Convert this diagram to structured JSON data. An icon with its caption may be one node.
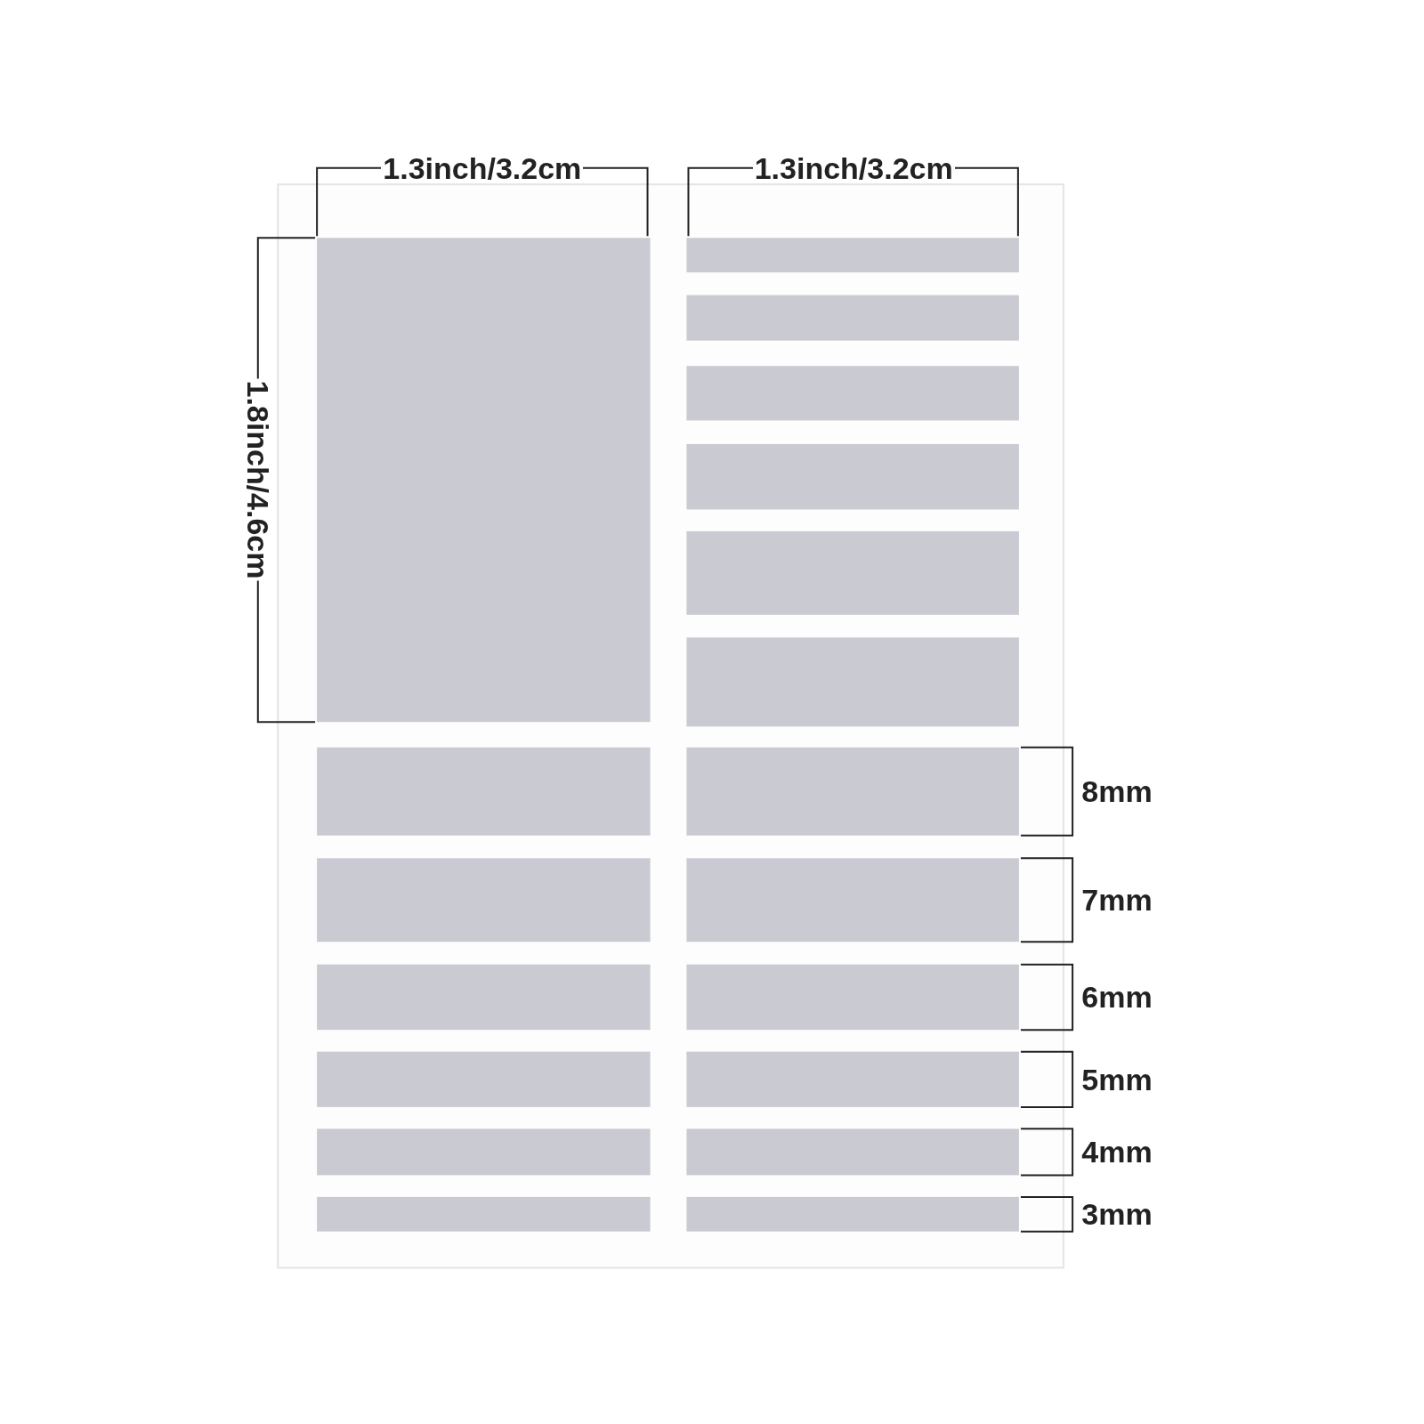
{
  "diagram": {
    "labels": [
      "1.3inch/3.2cm",
      "1.3inch/3.2cm",
      "1.8inch/4.6cm",
      "8mm",
      "7mm",
      "6mm",
      "5mm",
      "4mm",
      "3mm"
    ]
  }
}
